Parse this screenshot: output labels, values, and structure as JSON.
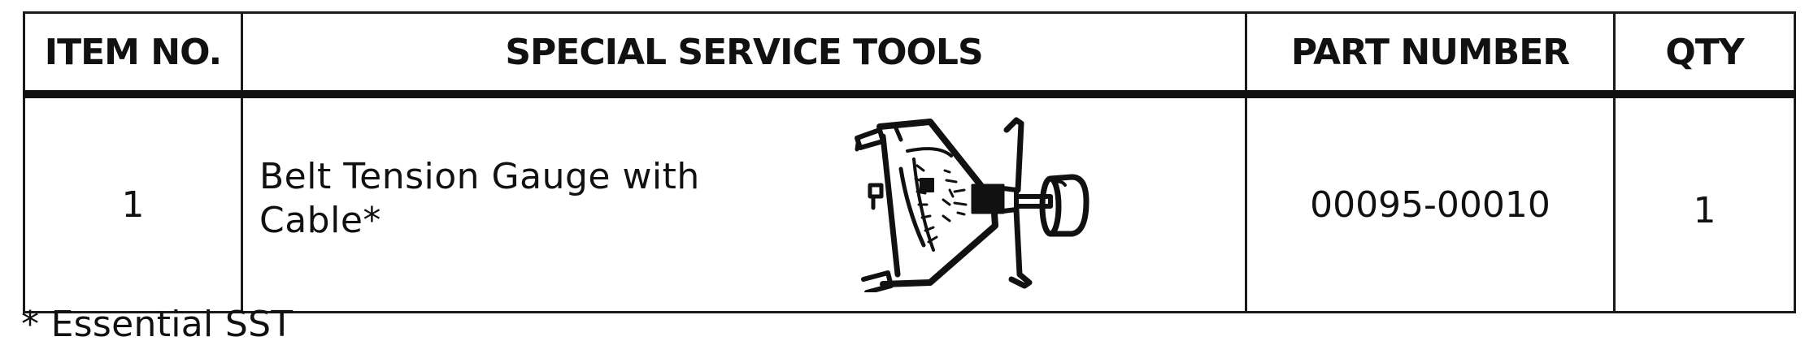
{
  "table": {
    "headers": {
      "item_no": "ITEM NO.",
      "special_service_tools": "SPECIAL SERVICE TOOLS",
      "part_number": "PART NUMBER",
      "qty": "QTY"
    },
    "rows": [
      {
        "item_no": "1",
        "tool_name_line1": "Belt Tension Gauge with",
        "tool_name_line2": "Cable*",
        "tool_icon": "belt-tension-gauge-illustration",
        "part_number": "00095-00010",
        "qty": "1"
      }
    ]
  },
  "footnote": "* Essential SST",
  "colors": {
    "border": "#1a1a1a",
    "text": "#111111",
    "background": "#ffffff"
  }
}
